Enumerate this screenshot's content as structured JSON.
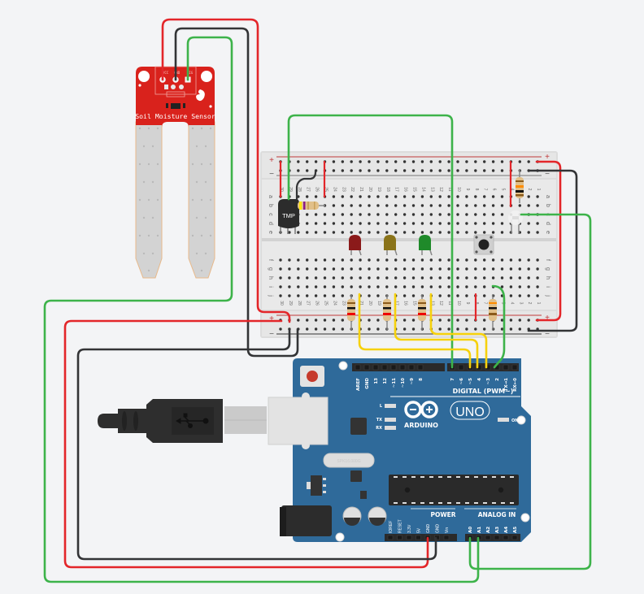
{
  "canvas": {
    "background": "#f3f4f6"
  },
  "soil_sensor": {
    "label": "Soil Moisture Sensor",
    "pins": [
      "VCC",
      "GND",
      "SIG"
    ],
    "board_color": "#d9221c",
    "probe_color": "#d3d3d3"
  },
  "breadboard": {
    "top_rows": [
      "a",
      "b",
      "c",
      "d",
      "e"
    ],
    "bottom_rows": [
      "f",
      "g",
      "h",
      "i",
      "j"
    ],
    "rail_plus": "+",
    "rail_minus": "−",
    "columns": [
      "30",
      "29",
      "28",
      "27",
      "26",
      "25",
      "24",
      "23",
      "22",
      "21",
      "20",
      "19",
      "18",
      "17",
      "16",
      "15",
      "14",
      "13",
      "12",
      "11",
      "10",
      "9",
      "8",
      "7",
      "6",
      "5",
      "4",
      "3",
      "2",
      "1"
    ]
  },
  "temp_sensor": {
    "label": "TMP"
  },
  "leds": [
    {
      "name": "red-led",
      "color": "#8b1a1a"
    },
    {
      "name": "yellow-led",
      "color": "#8a7319"
    },
    {
      "name": "green-led",
      "color": "#1f8a2a"
    }
  ],
  "arduino": {
    "model": "UNO",
    "brand": "ARDUINO",
    "board_color": "#2f6a9a",
    "digital_label": "DIGITAL (PWM~)",
    "digital_pins": [
      "AREF",
      "GND",
      "13",
      "12",
      "~11",
      "~10",
      "~9",
      "8",
      "7",
      "~6",
      "~5",
      "4",
      "~3",
      "2",
      "TX→1",
      "RX←0"
    ],
    "power_label": "POWER",
    "power_pins": [
      "IOREF",
      "RESET",
      "3.3V",
      "5V",
      "GND",
      "GND",
      "Vin"
    ],
    "analog_label": "ANALOG IN",
    "analog_pins": [
      "A0",
      "A1",
      "A2",
      "A3",
      "A4",
      "A5"
    ],
    "led_labels": {
      "l": "L",
      "tx": "TX",
      "rx": "RX",
      "on": "ON"
    },
    "crystal_label": "SPK16.000G"
  },
  "wire_colors": {
    "red": "#e3262a",
    "black": "#333436",
    "green": "#3db34a",
    "yellow": "#f6d10c"
  }
}
